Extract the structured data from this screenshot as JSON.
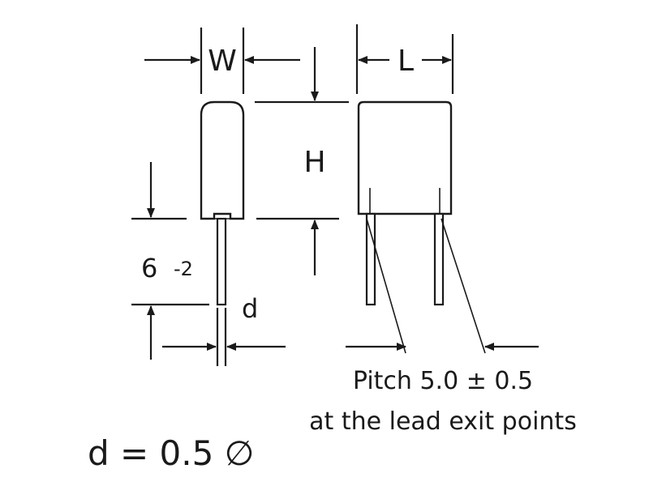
{
  "labels": {
    "width": "W",
    "length": "L",
    "height": "H",
    "lead_length": "6",
    "lead_length_tolerance": "-2",
    "lead_diameter": "d"
  },
  "notes": {
    "pitch_line1": "Pitch 5.0 ± 0.5",
    "pitch_line2": "at the lead exit points",
    "formula": "d = 0.5 ∅"
  }
}
